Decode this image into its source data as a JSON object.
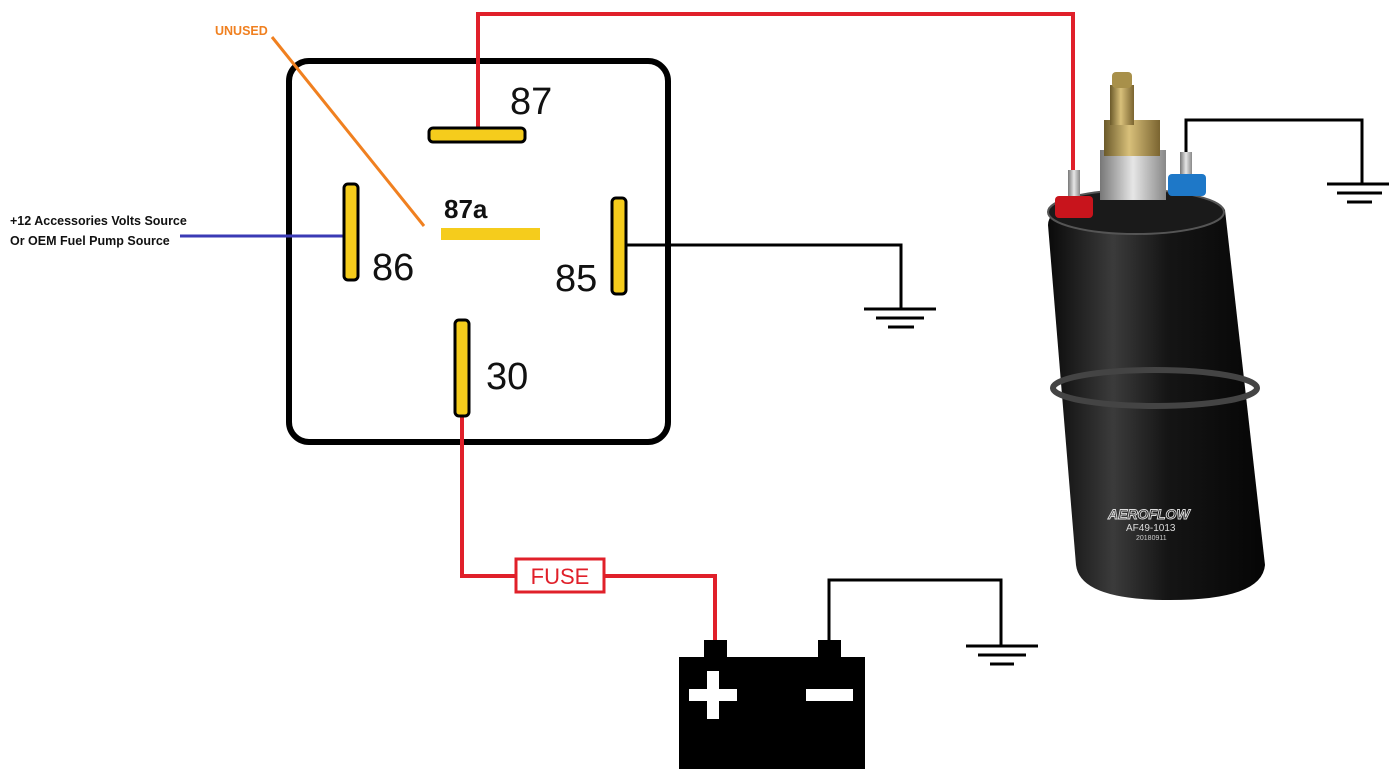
{
  "relay": {
    "pins": {
      "p87": "87",
      "p87a": "87a",
      "p86": "86",
      "p85": "85",
      "p30": "30"
    }
  },
  "labels": {
    "unused": "UNUSED",
    "source_line1": "+12 Accessories Volts Source",
    "source_line2": "Or OEM Fuel Pump Source",
    "fuse": "FUSE"
  },
  "pump": {
    "brand": "AEROFLOW",
    "model": "AF49-1013",
    "serial": "20180911"
  },
  "battery": {
    "positive_symbol": "+",
    "negative_symbol": "−"
  },
  "colors": {
    "power_wire": "#e0202a",
    "ground_wire": "#000000",
    "trigger_wire": "#3a3ab5",
    "unused_wire": "#f08020",
    "pin": "#f5cc1c",
    "relay_body": "#000000"
  }
}
